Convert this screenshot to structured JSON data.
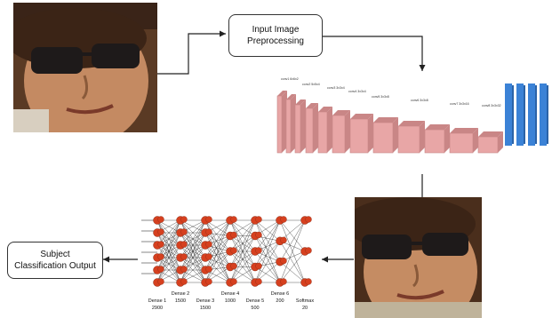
{
  "nodes": {
    "preprocessing": {
      "label": "Input Image\nPreprocessing"
    },
    "output": {
      "label": "Subject\nClassification Output"
    }
  },
  "images": {
    "input_face": {
      "description_icon": "face-photo-icon"
    },
    "processed_face": {
      "description_icon": "face-photo-icon"
    }
  },
  "cnn": {
    "layer_labels": [
      "conv1 6x6x2",
      "conv2 5x5x4",
      "conv3 3x3x4",
      "conv4 3x3x4",
      "conv5 3x3x8",
      "conv6 3x3x8",
      "conv7 3x3x16",
      "conv8 3x3x32"
    ],
    "colors": {
      "conv": "#e8a6a6",
      "conv_dark": "#c98686",
      "dense": "#3b82d6"
    }
  },
  "dense_net": {
    "layers": [
      {
        "name": "Dense 1",
        "units": "2900"
      },
      {
        "name": "Dense 2",
        "units": "1500"
      },
      {
        "name": "Dense 3",
        "units": "1500"
      },
      {
        "name": "Dense 4",
        "units": "1000"
      },
      {
        "name": "Dense 5",
        "units": "500"
      },
      {
        "name": "Dense 6",
        "units": "200"
      },
      {
        "name": "Softmax",
        "units": "20"
      }
    ],
    "colors": {
      "neuron": "#d6401f"
    }
  }
}
